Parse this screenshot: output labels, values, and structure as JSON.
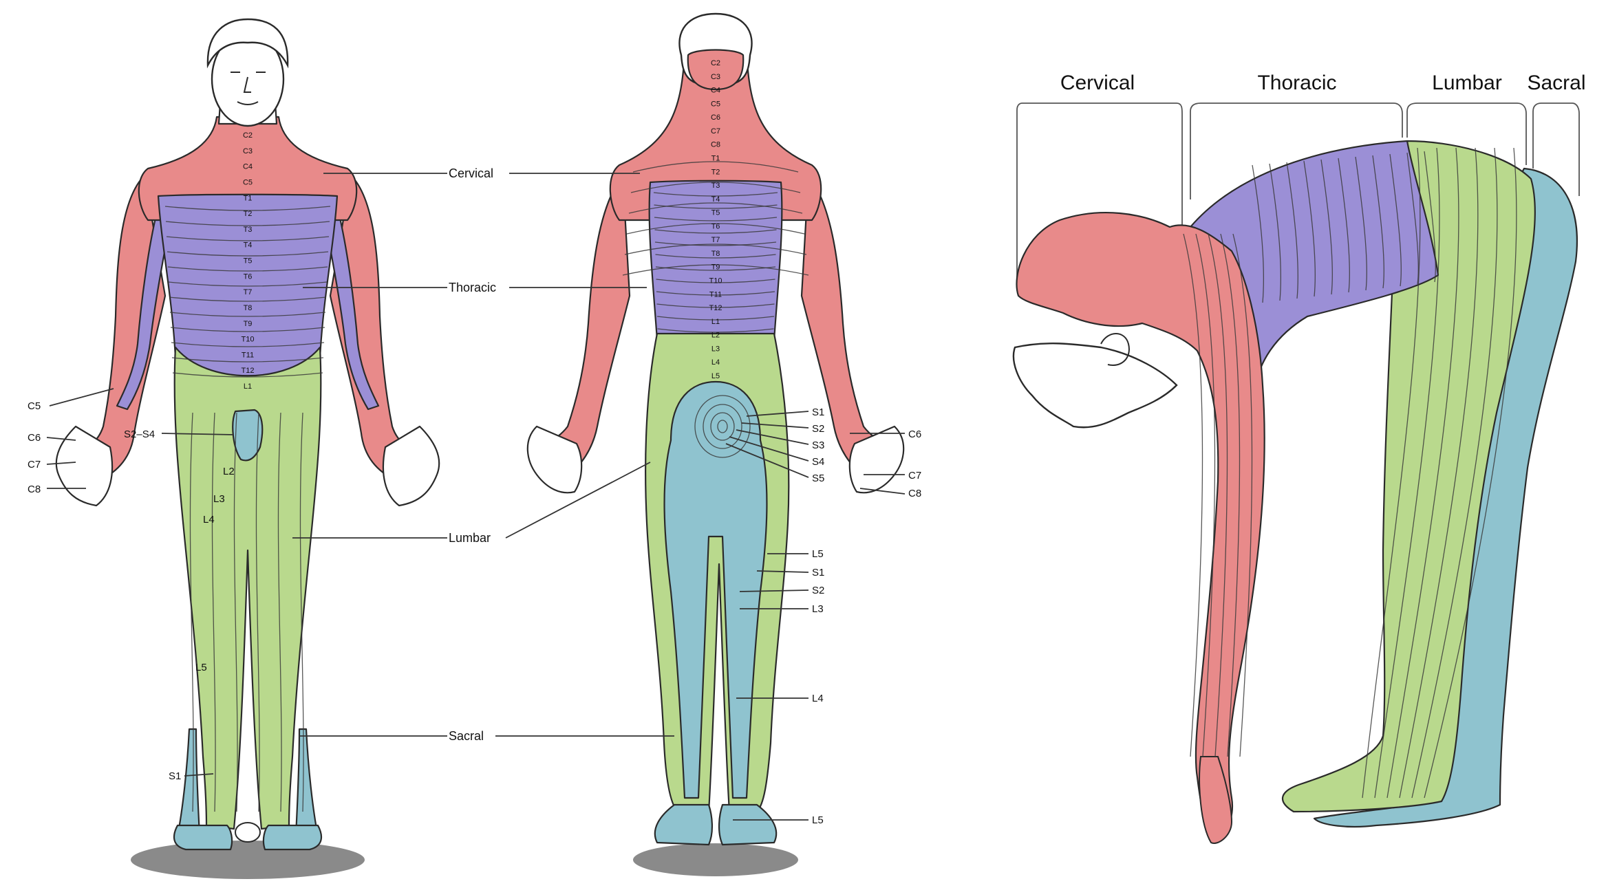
{
  "colors": {
    "cervical": "#e88a8a",
    "thoracic": "#9b8fd6",
    "lumbar": "#b9d98d",
    "sacral": "#8fc3cf",
    "skin": "#ffffff",
    "shadow": "#8a8a8a"
  },
  "front": {
    "regions": {
      "cervical": "Cervical",
      "thoracic": "Thoracic",
      "lumbar": "Lumbar",
      "sacral": "Sacral"
    },
    "levels": [
      "C2",
      "C3",
      "C4",
      "C5",
      "T1",
      "T2",
      "T3",
      "T4",
      "T5",
      "T6",
      "T7",
      "T8",
      "T9",
      "T10",
      "T11",
      "T12",
      "L1"
    ],
    "side": {
      "c5": "C5",
      "c6": "C6",
      "c7": "C7",
      "c8": "C8",
      "s2s4": "S2–S4",
      "l2": "L2",
      "l3": "L3",
      "l4": "L4",
      "l5": "L5",
      "s1": "S1"
    }
  },
  "back": {
    "levels": [
      "C2",
      "C3",
      "C4",
      "C5",
      "C6",
      "C7",
      "C8",
      "T1",
      "T2",
      "T3",
      "T4",
      "T5",
      "T6",
      "T7",
      "T8",
      "T9",
      "T10",
      "T11",
      "T12",
      "L1",
      "L2",
      "L3",
      "L4",
      "L5"
    ],
    "sacral_labels": [
      "S1",
      "S2",
      "S3",
      "S4",
      "S5"
    ],
    "leg_labels": {
      "l5a": "L5",
      "s1": "S1",
      "s2": "S2",
      "l3": "L3",
      "l4": "L4",
      "l5b": "L5"
    },
    "hand": {
      "c6": "C6",
      "c7": "C7",
      "c8": "C8"
    }
  },
  "side_view": {
    "brackets": [
      "Cervical",
      "Thoracic",
      "Lumbar",
      "Sacral"
    ]
  }
}
